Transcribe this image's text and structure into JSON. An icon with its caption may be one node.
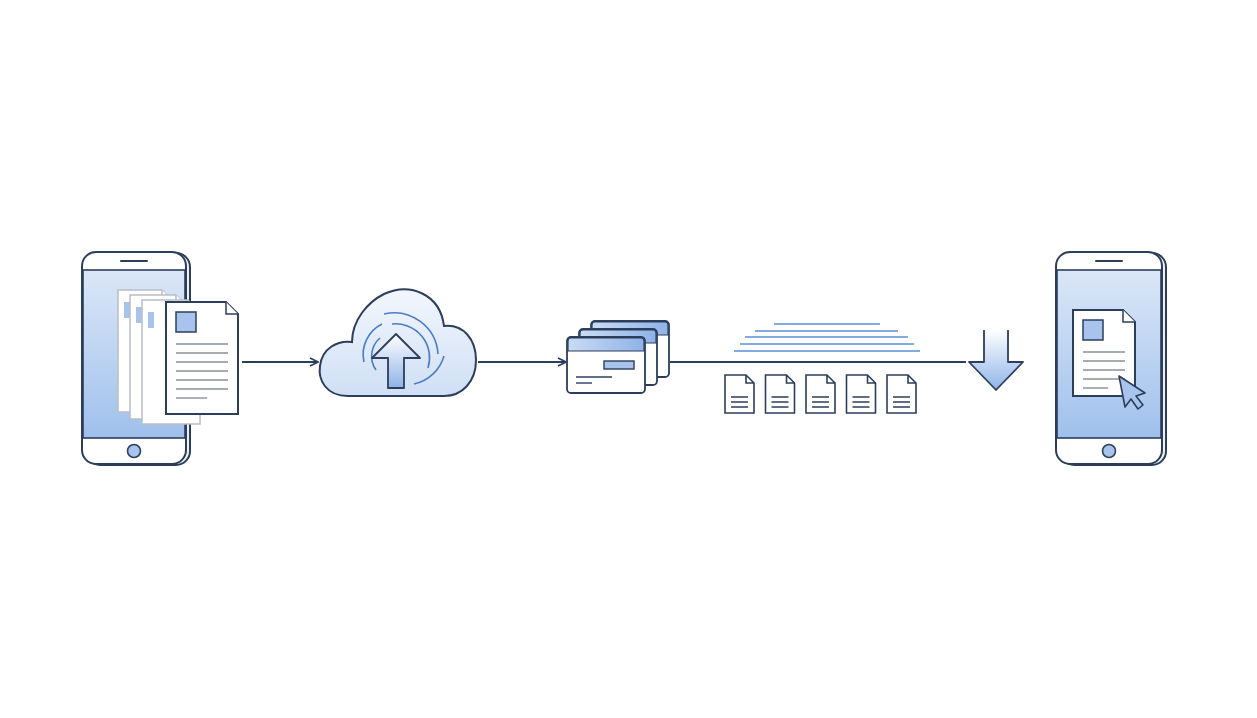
{
  "diagram": {
    "nodes": [
      {
        "text": [],
        "shape": "picture"
      },
      {
        "text": [],
        "shape": "cloud"
      },
      {
        "text": [],
        "shape": "picture"
      },
      {
        "text": [],
        "shape": "arrow"
      },
      {
        "text": [],
        "shape": "picture"
      }
    ],
    "edges": [
      {
        "from": 0,
        "to": 1,
        "arrow": "to"
      },
      {
        "from": 1,
        "to": 2,
        "arrow": "to"
      },
      {
        "from": 2,
        "to": 3,
        "arrow": "none"
      }
    ]
  }
}
